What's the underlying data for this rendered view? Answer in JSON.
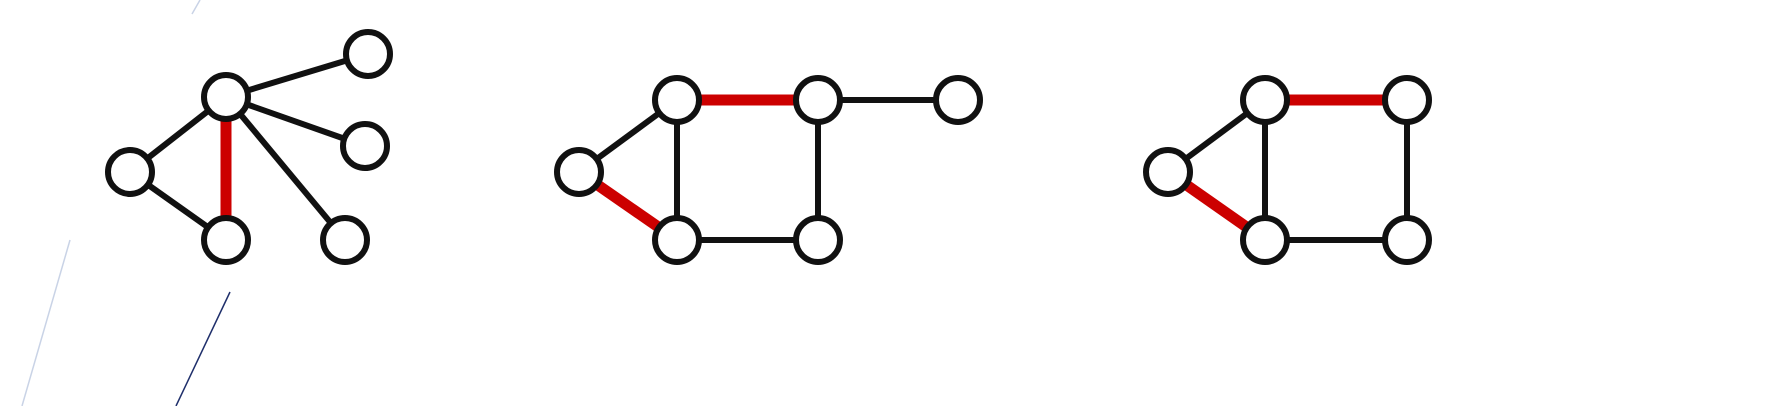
{
  "colors": {
    "background": "#ffffff",
    "edge_default": "#111111",
    "edge_highlight": "#cc0000",
    "node_fill": "#ffffff",
    "node_stroke": "#111111",
    "decorative_line_light": "#c9d3e6",
    "decorative_line_dark": "#1f2f6b"
  },
  "graphs": [
    {
      "id": "graph-1",
      "nodes": [
        "a",
        "b",
        "c",
        "d",
        "e",
        "f",
        "g"
      ],
      "edges": [
        {
          "from": "c",
          "to": "a",
          "highlight": false
        },
        {
          "from": "a",
          "to": "d",
          "highlight": true
        },
        {
          "from": "c",
          "to": "d",
          "highlight": false
        },
        {
          "from": "a",
          "to": "b",
          "highlight": false
        },
        {
          "from": "a",
          "to": "e",
          "highlight": false
        },
        {
          "from": "a",
          "to": "f",
          "highlight": false
        }
      ]
    },
    {
      "id": "graph-2",
      "nodes": [
        "a",
        "b",
        "c",
        "d",
        "e",
        "f"
      ],
      "edges": [
        {
          "from": "c",
          "to": "a",
          "highlight": false
        },
        {
          "from": "c",
          "to": "d",
          "highlight": true
        },
        {
          "from": "a",
          "to": "d",
          "highlight": false
        },
        {
          "from": "a",
          "to": "b",
          "highlight": true
        },
        {
          "from": "b",
          "to": "e",
          "highlight": false
        },
        {
          "from": "d",
          "to": "e",
          "highlight": false
        },
        {
          "from": "b",
          "to": "f",
          "highlight": false
        }
      ]
    },
    {
      "id": "graph-3",
      "nodes": [
        "a",
        "b",
        "c",
        "d",
        "e"
      ],
      "edges": [
        {
          "from": "c",
          "to": "a",
          "highlight": false
        },
        {
          "from": "c",
          "to": "d",
          "highlight": true
        },
        {
          "from": "a",
          "to": "d",
          "highlight": false
        },
        {
          "from": "a",
          "to": "b",
          "highlight": true
        },
        {
          "from": "b",
          "to": "e",
          "highlight": false
        },
        {
          "from": "d",
          "to": "e",
          "highlight": false
        }
      ]
    }
  ]
}
